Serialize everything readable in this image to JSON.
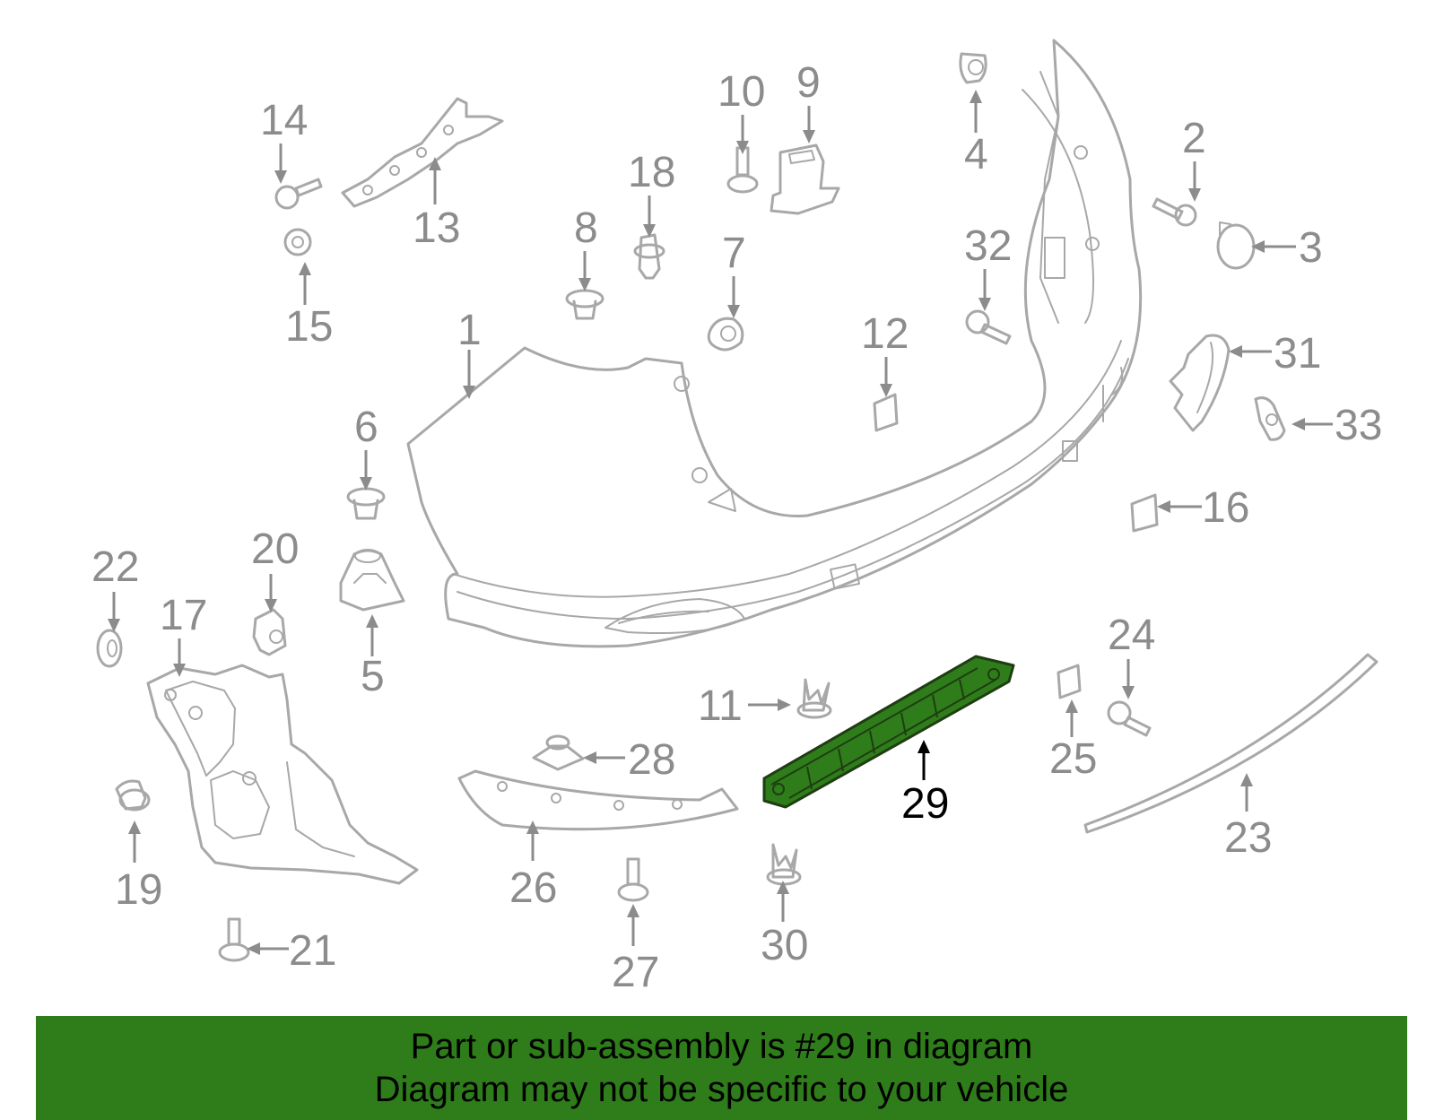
{
  "diagram": {
    "highlighted_part": "29",
    "highlight_color": "#2e7d1a",
    "line_color": "#a8a8a8",
    "callouts": {
      "c1": "1",
      "c2": "2",
      "c3": "3",
      "c4": "4",
      "c5": "5",
      "c6": "6",
      "c7": "7",
      "c8": "8",
      "c9": "9",
      "c10": "10",
      "c11": "11",
      "c12": "12",
      "c13": "13",
      "c14": "14",
      "c15": "15",
      "c16": "16",
      "c17": "17",
      "c18": "18",
      "c19": "19",
      "c20": "20",
      "c21": "21",
      "c22": "22",
      "c23": "23",
      "c24": "24",
      "c25": "25",
      "c26": "26",
      "c27": "27",
      "c28": "28",
      "c29": "29",
      "c30": "30",
      "c31": "31",
      "c32": "32",
      "c33": "33"
    }
  },
  "banner": {
    "background": "#2e7d1a",
    "line1": "Part or sub-assembly is #29 in diagram",
    "line2": "Diagram may not be specific to your vehicle"
  }
}
